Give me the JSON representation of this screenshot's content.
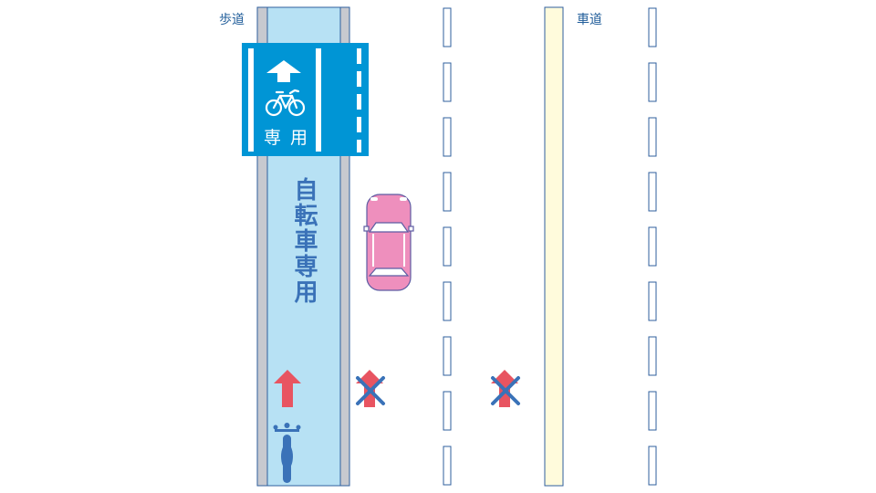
{
  "labels": {
    "sidewalk": "歩道",
    "roadway": "車道",
    "lane_text": "自転車専用"
  },
  "sign": {
    "text_left": "専",
    "text_right": "用",
    "icons": [
      "arrow-up-icon",
      "bicycle-icon"
    ]
  },
  "colors": {
    "bike_lane": "#b7e1f4",
    "lane_border": "#c7c9cf",
    "sign_blue": "#0095d5",
    "car": "#ee8fbd",
    "allowed_arrow": "#e85461",
    "cross": "#3a72b8",
    "center_line": "#fffbdc",
    "lane_text": "#3a72b8"
  }
}
